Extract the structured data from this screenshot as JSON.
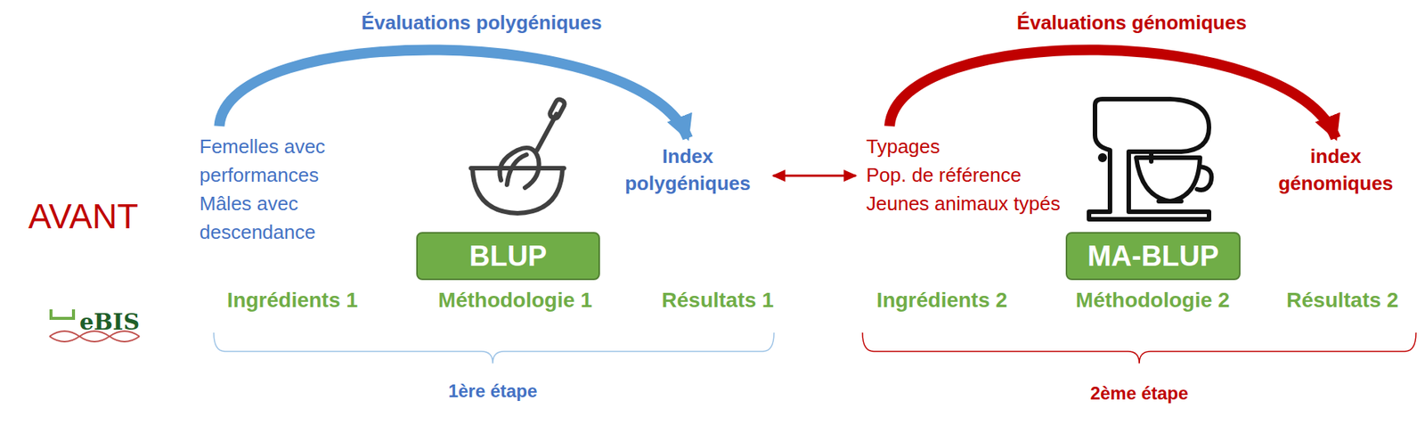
{
  "diagram": {
    "nodes": [
      {
        "text": [
          "Femelles avec performances",
          "Mâles avec descendance"
        ]
      },
      {
        "text": [
          "BLUP"
        ]
      },
      {
        "text": [
          "Index polygéniques"
        ]
      },
      {
        "text": [
          "Typages",
          "Pop. de référence",
          "Jeunes animaux typés"
        ]
      },
      {
        "text": [
          "MA-BLUP"
        ]
      },
      {
        "text": [
          "index génomiques"
        ]
      }
    ],
    "edges": [
      {
        "from": 0,
        "to": 2,
        "label": "Évaluations polygéniques",
        "arrow": "to"
      },
      {
        "from": 2,
        "to": 3,
        "arrow": "both"
      },
      {
        "from": 3,
        "to": 5,
        "label": "Évaluations génomiques",
        "arrow": "to"
      }
    ],
    "labels": [
      "AVANT",
      "eBIS",
      "Ingrédients 1",
      "Méthodologie 1",
      "Résultats 1",
      "Ingrédients 2",
      "Méthodologie 2",
      "Résultats 2",
      "1ère étape",
      "2ème étape"
    ]
  }
}
